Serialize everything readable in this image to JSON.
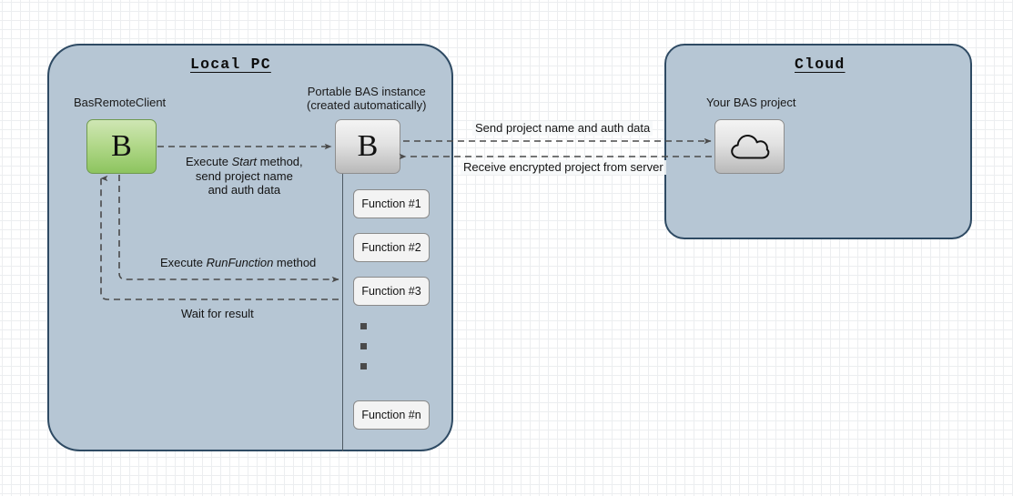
{
  "diagram": {
    "title": "BAS Remote Client architecture diagram",
    "colors": {
      "container_fill": "#b6c6d4",
      "container_stroke": "#2e4a63",
      "client_node_green": "#8dc45f",
      "instance_node_gray": "#e2e2e2",
      "connector": "#4a4a4a",
      "grid_line": "#e2e5e8"
    }
  },
  "local_pc": {
    "title": "Local PC",
    "client": {
      "caption": "BasRemoteClient",
      "glyph": "B"
    },
    "instance": {
      "caption_line1": "Portable BAS instance",
      "caption_line2": "(created automatically)",
      "glyph": "B"
    },
    "functions": [
      {
        "label": "Function #1"
      },
      {
        "label": "Function #2"
      },
      {
        "label": "Function #3"
      },
      {
        "label": "Function #n"
      }
    ],
    "ellipsis_marker": "three-square-vertical-ellipsis"
  },
  "cloud": {
    "title": "Cloud",
    "project": {
      "caption": "Your BAS project",
      "glyph": "cloud-icon"
    }
  },
  "edges": {
    "execute_start": {
      "line1_pre": "Execute ",
      "line1_em": "Start",
      "line1_post": " method,",
      "line2": "send project name",
      "line3": "and auth data"
    },
    "run_function": {
      "pre": "Execute ",
      "em": "RunFunction",
      "post": " method"
    },
    "wait_for_result": "Wait for result",
    "send_project": "Send project name and auth data",
    "receive_project": "Receive encrypted project from server"
  }
}
